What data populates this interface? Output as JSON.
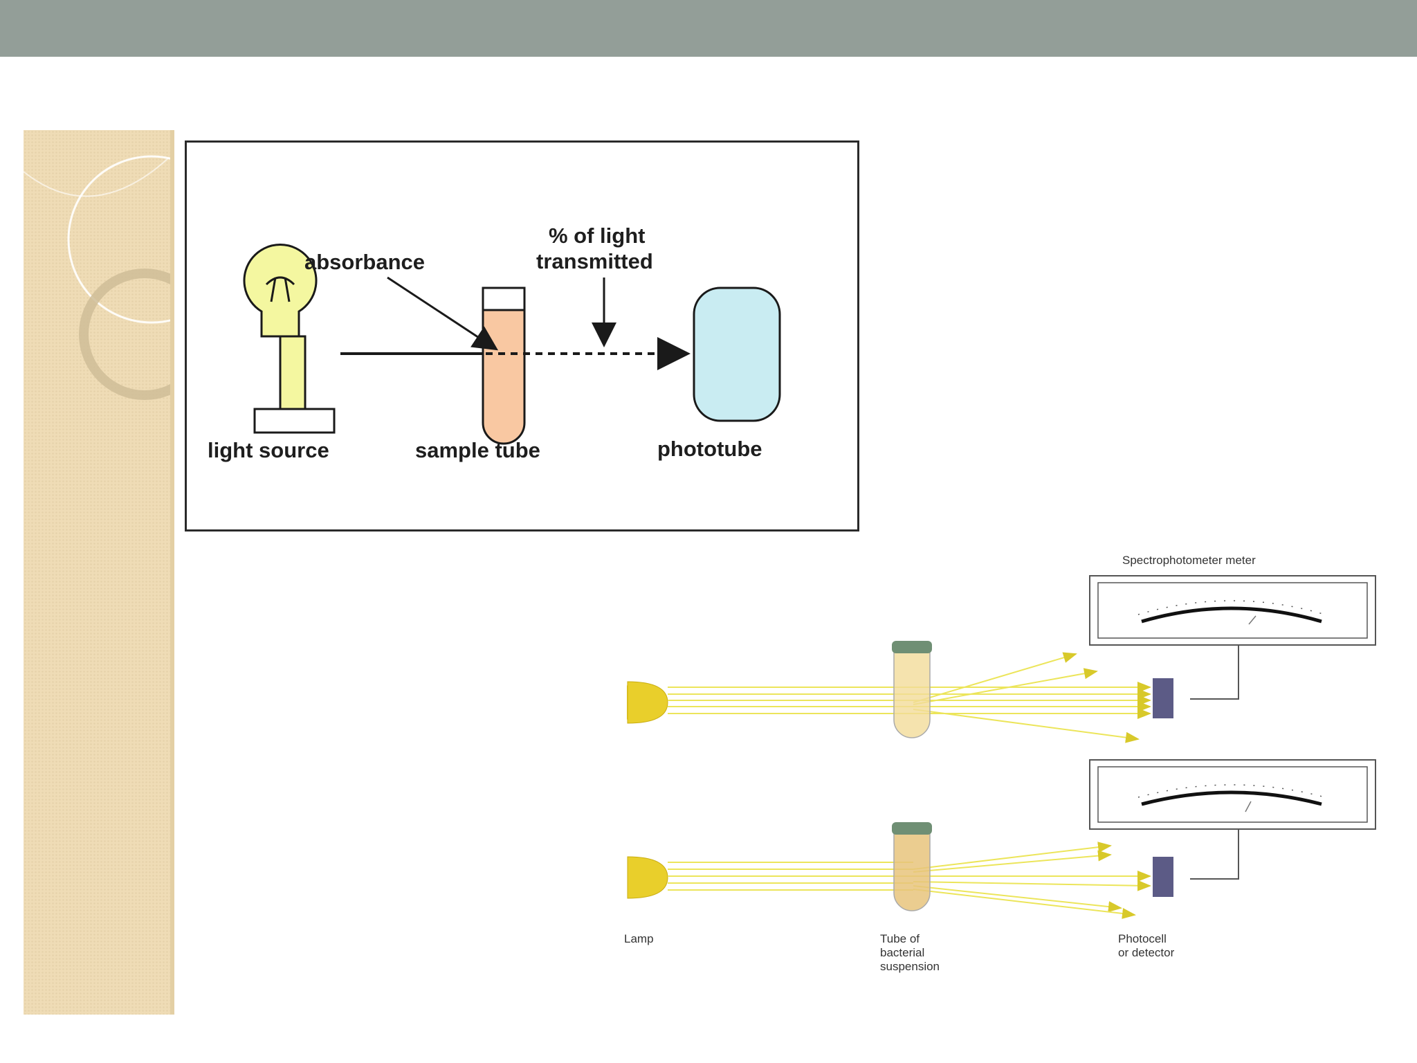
{
  "top_diagram": {
    "labels": {
      "absorbance": "absorbance",
      "transmitted_line1": "% of light",
      "transmitted_line2": "transmitted",
      "light_source": "light source",
      "sample_tube": "sample tube",
      "phototube": "phototube"
    },
    "colors": {
      "bulb": "#f4f7a0",
      "sample": "#f9c8a2",
      "phototube": "#c9ecf2",
      "line": "#1a1a1a"
    }
  },
  "bottom_diagram": {
    "labels": {
      "meter_title": "Spectrophotometer meter",
      "lamp": "Lamp",
      "tube_line1": "Tube of",
      "tube_line2": "bacterial",
      "tube_line3": "suspension",
      "detector_line1": "Photocell",
      "detector_line2": "or detector"
    },
    "colors": {
      "lamp": "#e9cf2b",
      "beam": "#ece55a",
      "tube_cap": "#6f8f74",
      "detector": "#5c5b86",
      "suspension": "#f2dc9a"
    }
  }
}
